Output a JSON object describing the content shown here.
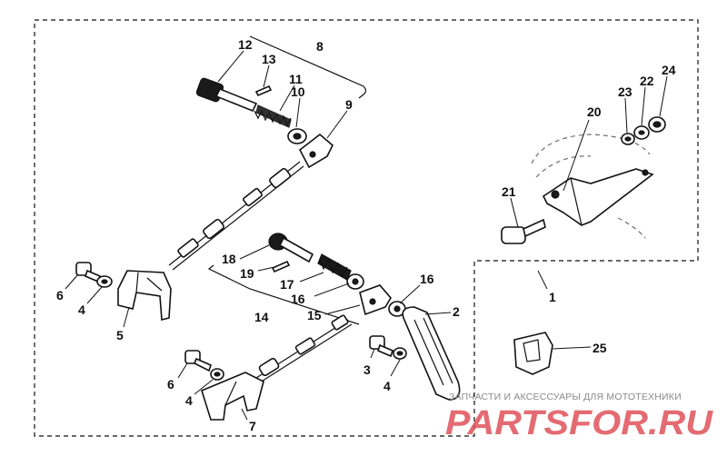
{
  "callouts": {
    "c1": "1",
    "c2": "2",
    "c3": "3",
    "c4a": "4",
    "c4b": "4",
    "c4c": "4",
    "c5": "5",
    "c6a": "6",
    "c6b": "6",
    "c7": "7",
    "c8": "8",
    "c9": "9",
    "c10": "10",
    "c11": "11",
    "c12": "12",
    "c13": "13",
    "c14": "14",
    "c15": "15",
    "c16a": "16",
    "c16b": "16",
    "c17": "17",
    "c18": "18",
    "c19": "19",
    "c20": "20",
    "c21": "21",
    "c22": "22",
    "c23": "23",
    "c24": "24",
    "c25": "25"
  },
  "watermark": {
    "caption": "ЗАПЧАСТИ И АКСЕССУАРЫ ДЛЯ МОТОТЕХНИКИ",
    "brand": "PARTSFOR.RU"
  },
  "colors": {
    "ink": "#111111",
    "watermark_brand": "#e0525a",
    "watermark_caption": "#8a8a8a"
  }
}
